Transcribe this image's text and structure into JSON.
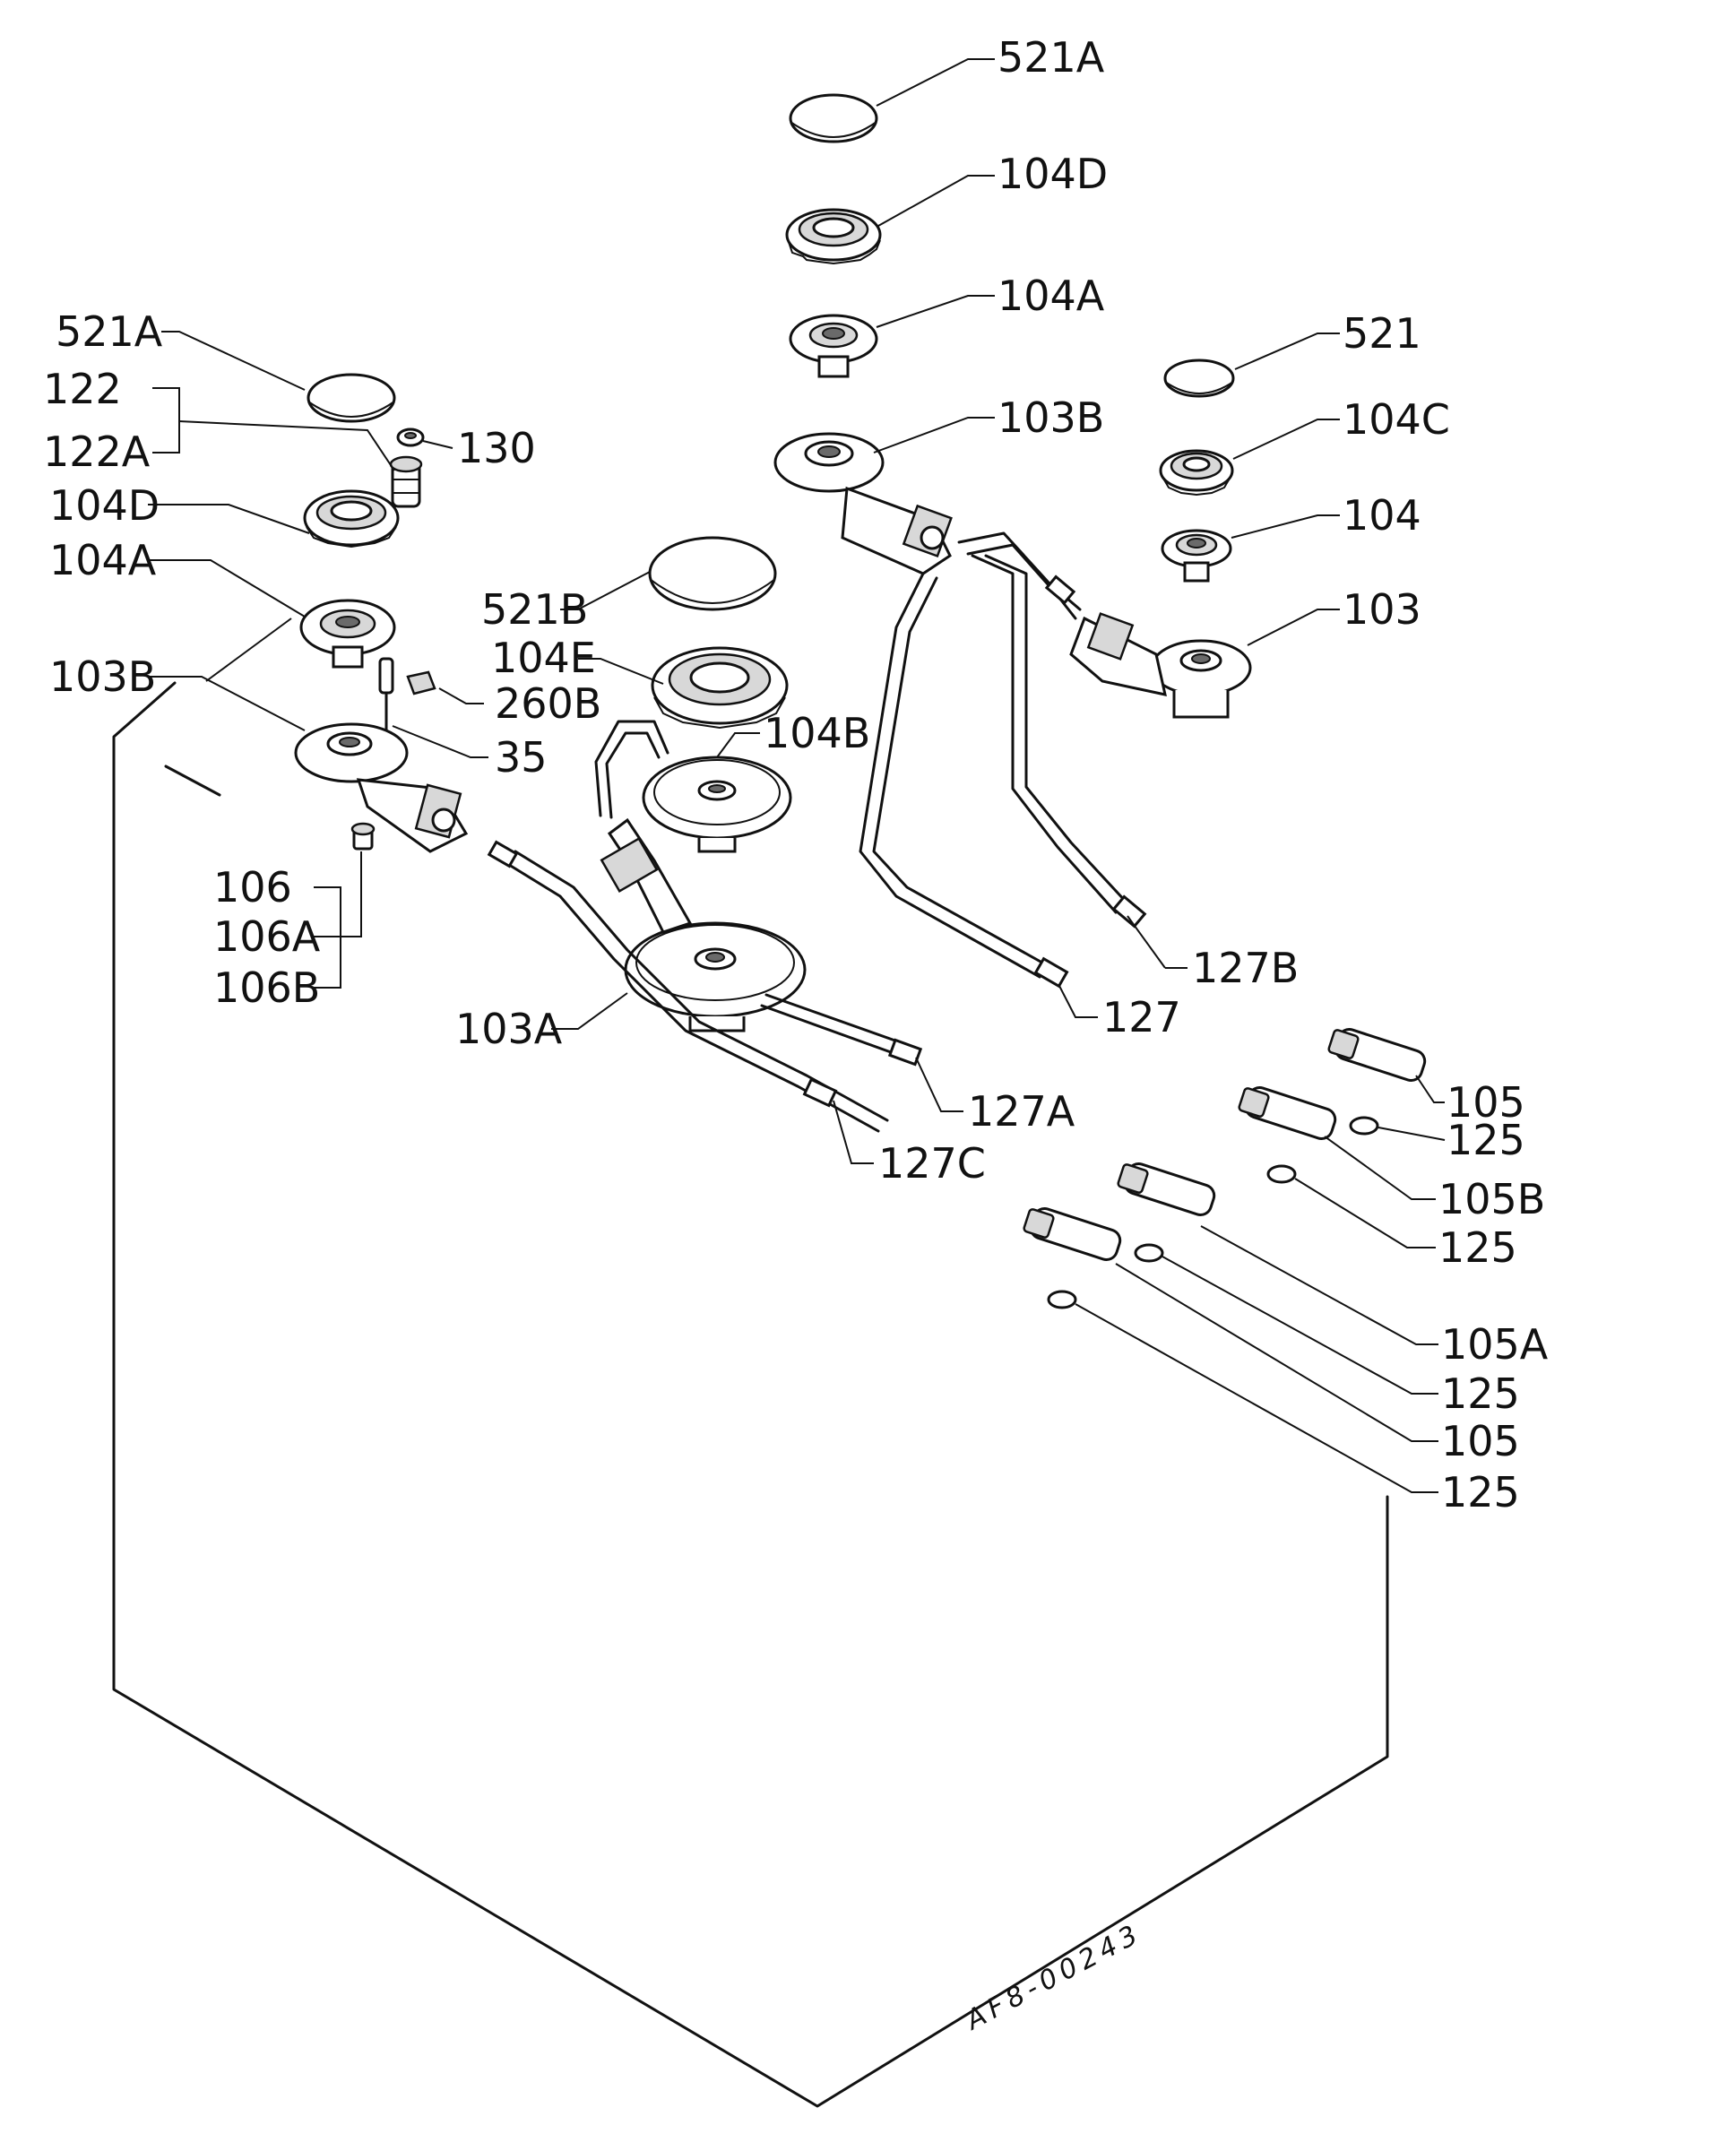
{
  "labels": {
    "l521a_top": "521A",
    "l104d_top": "104D",
    "l104a_top": "104A",
    "l521": "521",
    "l103b_top": "103B",
    "l104c": "104C",
    "l104": "104",
    "l103": "103",
    "l521a_left": "521A",
    "l122": "122",
    "l122a": "122A",
    "l130": "130",
    "l104d_left": "104D",
    "l104a_left": "104A",
    "l521b": "521B",
    "l104e": "104E",
    "l103b_left": "103B",
    "l260b": "260B",
    "l35": "35",
    "l104b": "104B",
    "l106": "106",
    "l106a": "106A",
    "l106b": "106B",
    "l127b": "127B",
    "l127": "127",
    "l103a": "103A",
    "l127a": "127A",
    "l127c": "127C",
    "l105_1": "105",
    "l125_1": "125",
    "l105b": "105B",
    "l125_2": "125",
    "l105a": "105A",
    "l125_3": "125",
    "l105_2": "105",
    "l125_4": "125"
  },
  "drawing_code": "AF8-00243"
}
